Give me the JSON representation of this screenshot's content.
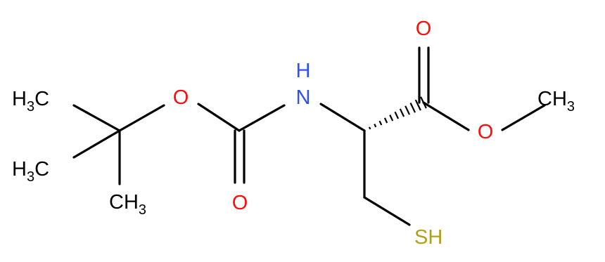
{
  "molecule": {
    "methyl_top": {
      "text": "H",
      "sub": "3",
      "after": "C"
    },
    "methyl_mid": {
      "text": "H",
      "sub": "3",
      "after": "C"
    },
    "methyl_bot": {
      "text": "CH",
      "sub": "3"
    },
    "ether_o": "O",
    "carbonyl_o_boc": "O",
    "nh": {
      "top": "H",
      "bottom": "N"
    },
    "carbonyl_o_ester": "O",
    "ester_o": "O",
    "methyl_ester": {
      "text": "CH",
      "sub": "3"
    },
    "thiol": "SH"
  },
  "colors": {
    "bond": "#000000",
    "carbon_label": "#000000",
    "oxygen": "#ff0d0d",
    "nitrogen": "#3050f8",
    "sulfur": "#b2a019"
  }
}
